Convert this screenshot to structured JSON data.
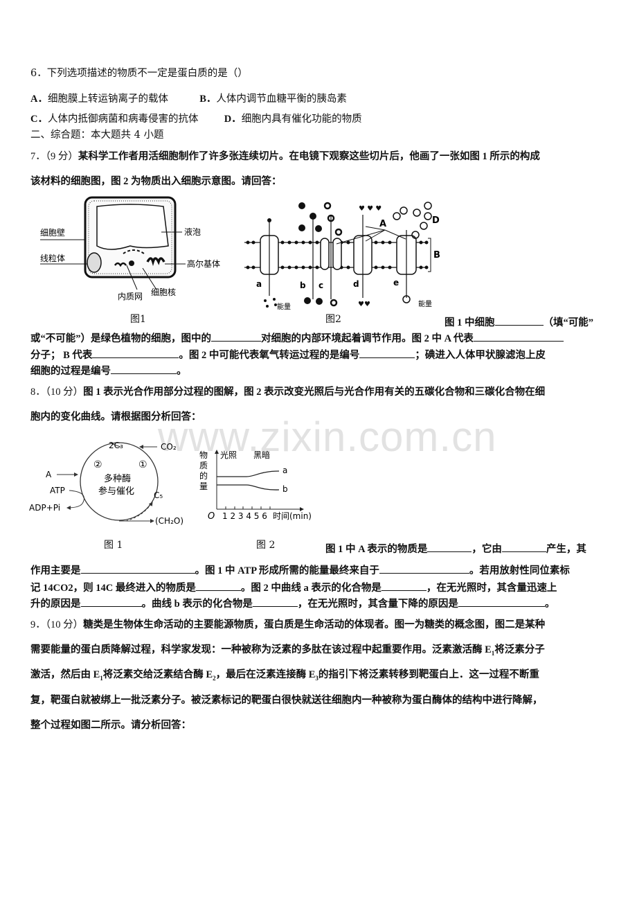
{
  "q6": {
    "stem": "6．下列选项描述的物质不一定是蛋白质的是（）",
    "options": [
      {
        "key": "A．",
        "text": "细胞膜上转运钠离子的载体"
      },
      {
        "key": "B．",
        "text": "人体内调节血糖平衡的胰岛素"
      },
      {
        "key": "C．",
        "text": "人体内抵御病菌和病毒侵害的抗体"
      },
      {
        "key": "D．",
        "text": "细胞内具有催化功能的物质"
      }
    ]
  },
  "section2": {
    "heading": "二、综合题：本大题共 4 小题"
  },
  "q7": {
    "number": "7．（9 分）",
    "intro1": "某科学工作者用活细胞制作了许多张连续切片。在电镜下观察这些切片后，他画了一张如图 1 所示的构成",
    "intro2": "该材料的细胞图，图 2 为物质出入细胞示意图。请回答：",
    "fig1": {
      "caption": "图1",
      "labels": {
        "wall": "细胞壁",
        "vacuole": "液泡",
        "mito": "线粒体",
        "golgi": "高尔基体",
        "er": "内质网",
        "nucleus": "细胞核"
      }
    },
    "fig2": {
      "caption": "图2",
      "letters": {
        "A": "A",
        "B": "B",
        "D": "D",
        "a": "a",
        "b": "b",
        "c": "c",
        "d": "d",
        "e": "e"
      },
      "energy": "能量"
    },
    "q_tail": "图 1 中细胞",
    "q_tail2": "（填“可能”",
    "line2a": "或“不可能”）是绿色植物的细胞，图中的",
    "line2b": "对细胞的内部环境起着调节作用。图 2 中 A 代表",
    "line3a": "分子；  B 代表",
    "line3b": "。图 2 中可能代表氧气转运过程的是编号",
    "line3c": "；碘进入人体甲状腺滤泡上皮",
    "line4a": "细胞的过程是编号",
    "line4b": "。"
  },
  "q8": {
    "number": "8．（10 分）",
    "intro1": "图 1 表示光合作用部分过程的图解，图 2 表示改变光照后与光合作用有关的五碳化合物和三碳化合物在细",
    "intro2": "胞内的变化曲线。请根据图分析回答：",
    "fig1": {
      "caption": "图 1",
      "labels": {
        "c3": "2C₃",
        "co2": "CO₂",
        "c5": "C₅",
        "A": "A",
        "atp": "ATP",
        "adp": "ADP+Pi",
        "ch2o": "(CH₂O)",
        "circle1": "①",
        "circle2": "②",
        "center1": "多种酶",
        "center2": "参与催化"
      }
    },
    "fig2": {
      "caption": "图 2",
      "ylabel": "物质的量",
      "light": "光照",
      "dark": "黑暗",
      "origin": "O",
      "xlabel": "时间(min)"
    },
    "q1a": "图 1 中 A 表示的物质是",
    "q1b": "，它由",
    "q1c": "产生，其",
    "q2a": "作用主要是",
    "q2b": "。图 1 中 ATP 形成所需的能量最终来自于",
    "q2c": "。若用放射性同位素标",
    "q3a": "记 14CO2，则 14C 最终进入的物质是",
    "q3b": "。图 2 中曲线 a 表示的化合物是",
    "q3c": "，在无光照时，其含量迅速上",
    "q4a": "升的原因是",
    "q4b": "。曲线 b 表示的化合物是",
    "q4c": "，在无光照时，其含量下降的原因是",
    "q4d": "。"
  },
  "chart_data": {
    "type": "line",
    "title": "图 2",
    "xlabel": "时间(min)",
    "ylabel": "物质的量",
    "x": [
      0,
      1,
      2,
      3,
      4,
      5,
      6
    ],
    "annotations": [
      "光照",
      "黑暗"
    ],
    "series": [
      {
        "name": "a",
        "values": [
          3.5,
          3.5,
          3.5,
          3.5,
          3.8,
          4.0,
          4.0
        ]
      },
      {
        "name": "b",
        "values": [
          2.8,
          2.8,
          2.8,
          2.8,
          2.4,
          2.2,
          2.2
        ]
      }
    ],
    "grid": false
  },
  "q9": {
    "number": "9．（10 分）",
    "l1": "糖类是生物体生命活动的主要能源物质，蛋白质是生命活动的体现者。图一为糖类的概念图，图二是某种",
    "l2a": "需要能量的蛋白质降解过程，科学家发现：一种被称为泛素的多肽在该过程中起重要作用。泛素激活酶 E",
    "l2sub": "1",
    "l2b": "将泛素分子",
    "l3a": "激活，然后由 E",
    "l3sub1": "1",
    "l3b": "将泛素交给泛素结合酶 E",
    "l3sub2": "2",
    "l3c": "，最后在泛素连接酶 E",
    "l3sub3": "3",
    "l3d": "的指引下将泛素转移到靶蛋白上．这一过程不断重",
    "l4": "复，靶蛋白就被绑上一批泛素分子。被泛素标记的靶蛋白很快就送往细胞内一种被称为蛋白酶体的结构中进行降解，",
    "l5": "整个过程如图二所示。请分析回答："
  },
  "watermark": "www.zixin.com.cn"
}
